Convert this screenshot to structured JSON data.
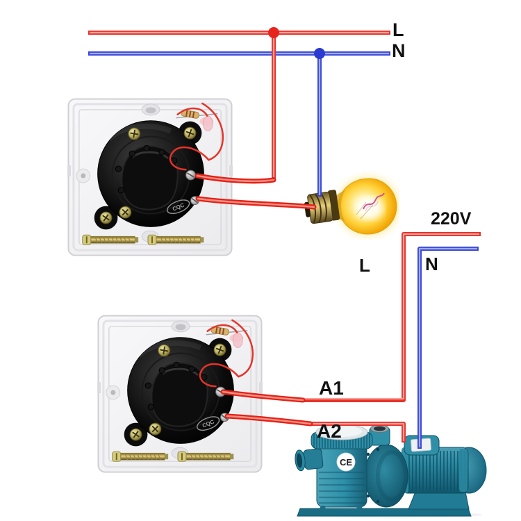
{
  "wiring": {
    "bus": {
      "live_label": "L",
      "neutral_label": "N"
    },
    "branch": {
      "voltage_label": "220V",
      "live_label": "L",
      "neutral_label": "N"
    },
    "pump_terminals": {
      "a1_label": "A1",
      "a2_label": "A2"
    },
    "upper_switch": {
      "cert_logo": "CQC"
    },
    "lower_switch": {
      "cert_logo": "CQC"
    },
    "pump": {
      "ce_mark": "CE"
    },
    "colors": {
      "live_wire": "#e6332a",
      "live_wire_core": "#f7a09a",
      "neutral_wire": "#3847d6",
      "neutral_wire_core": "#9da9f0",
      "label_text": "#111111",
      "bulb_glass": "#ffc61a",
      "pump_body": "#2a8aa2",
      "switch_plate": "#f4f4f6",
      "switch_disc": "#0a0a0a"
    }
  }
}
